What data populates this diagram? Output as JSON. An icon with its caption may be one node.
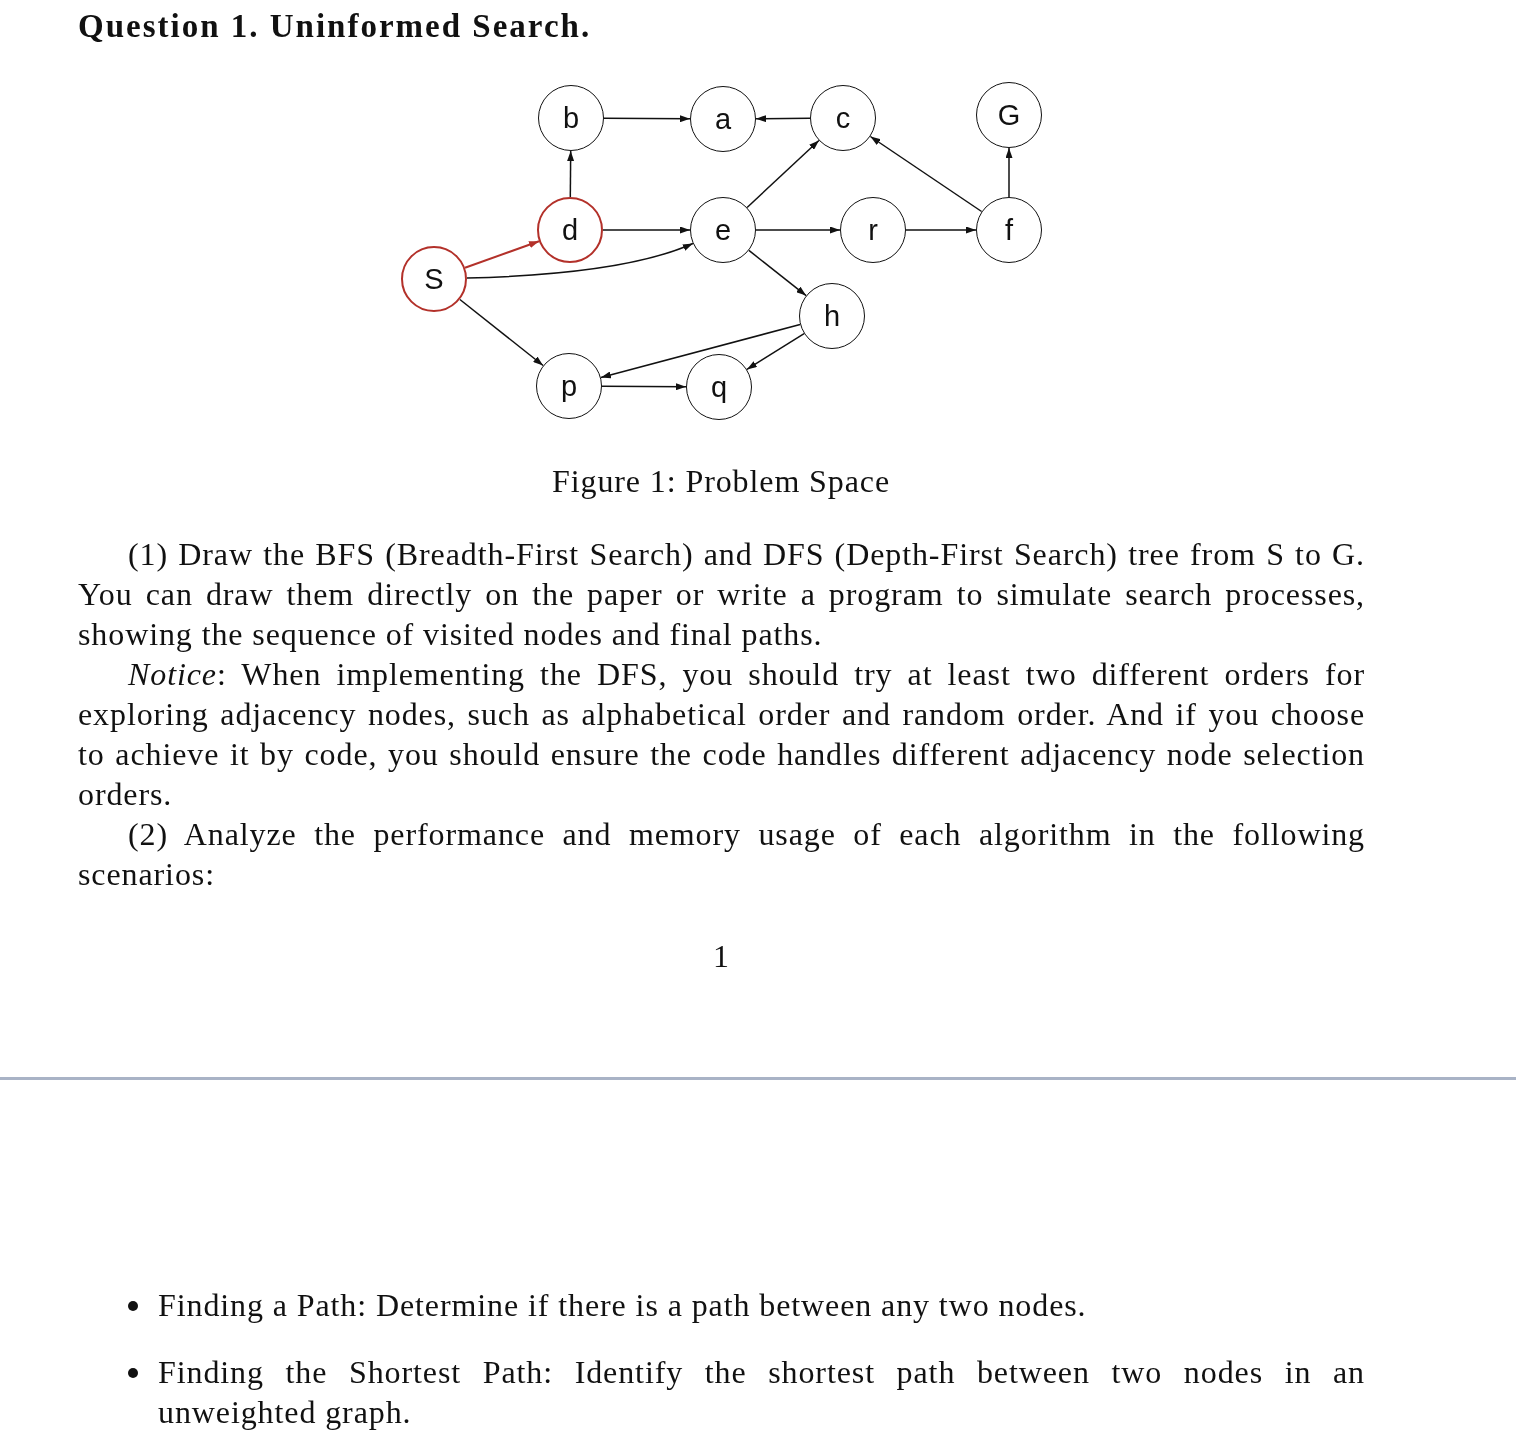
{
  "diagram": {
    "title": "Question 1. Uninformed Search.",
    "caption": "Figure 1: Problem Space",
    "nodes": [
      {
        "text": [
          "b"
        ]
      },
      {
        "text": [
          "a"
        ]
      },
      {
        "text": [
          "c"
        ]
      },
      {
        "text": [
          "G"
        ]
      },
      {
        "text": [
          "d"
        ]
      },
      {
        "text": [
          "e"
        ]
      },
      {
        "text": [
          "r"
        ]
      },
      {
        "text": [
          "f"
        ]
      },
      {
        "text": [
          "S"
        ]
      },
      {
        "text": [
          "h"
        ]
      },
      {
        "text": [
          "p"
        ]
      },
      {
        "text": [
          "q"
        ]
      }
    ],
    "edges": [
      {
        "from": 0,
        "to": 1,
        "arrow": "to"
      },
      {
        "from": 2,
        "to": 1,
        "arrow": "to"
      },
      {
        "from": 4,
        "to": 0,
        "arrow": "to"
      },
      {
        "from": 8,
        "to": 4,
        "arrow": "to",
        "color": "#b3312a"
      },
      {
        "from": 4,
        "to": 5,
        "arrow": "to"
      },
      {
        "from": 8,
        "to": 5,
        "arrow": "to"
      },
      {
        "from": 5,
        "to": 2,
        "arrow": "to"
      },
      {
        "from": 5,
        "to": 6,
        "arrow": "to"
      },
      {
        "from": 6,
        "to": 7,
        "arrow": "to"
      },
      {
        "from": 7,
        "to": 2,
        "arrow": "to"
      },
      {
        "from": 7,
        "to": 3,
        "arrow": "to"
      },
      {
        "from": 5,
        "to": 9,
        "arrow": "to"
      },
      {
        "from": 9,
        "to": 10,
        "arrow": "to"
      },
      {
        "from": 9,
        "to": 11,
        "arrow": "to"
      },
      {
        "from": 8,
        "to": 10,
        "arrow": "to"
      },
      {
        "from": 10,
        "to": 11,
        "arrow": "to"
      }
    ],
    "labels": [
      "(1) Draw the BFS (Breadth-First Search) and DFS (Depth-First Search) tree from S to G. You can draw them directly on the paper or write a program to simulate search processes, showing the sequence of visited nodes and final paths.",
      "*Notice*: When implementing the DFS, you should try at least two different orders for exploring adjacency nodes, such as alphabetical order and random order. And if you choose to achieve it by code, you should ensure the code handles different adjacency node selection orders.",
      "(2) Analyze the performance and memory usage of each algorithm in the following scenarios:",
      "1",
      "Finding a Path: Determine if there is a path between any two nodes.",
      "Finding the Shortest Path: Identify the shortest path between two nodes in an unweighted graph."
    ]
  }
}
